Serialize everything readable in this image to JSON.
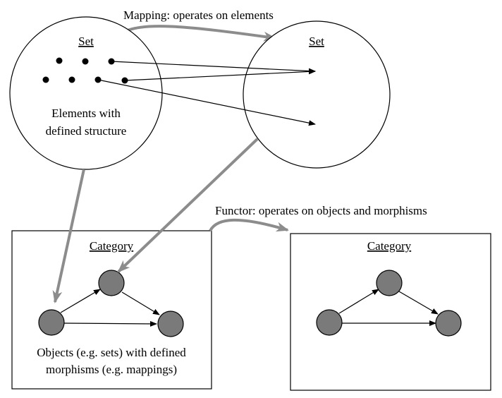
{
  "top_arrow_label": "Mapping: operates on elements",
  "mid_arrow_label": "Functor: operates on objects and morphisms",
  "set_left": {
    "title": "Set",
    "caption_line1": "Elements with",
    "caption_line2": "defined structure"
  },
  "set_right": {
    "title": "Set"
  },
  "category_left": {
    "title": "Category",
    "caption_line1": "Objects (e.g. sets) with defined",
    "caption_line2": "morphisms (e.g. mappings)"
  },
  "category_right": {
    "title": "Category"
  },
  "colors": {
    "stroke": "#000000",
    "gray_arrow": "#8c8c8c",
    "node_fill": "#7a7a7a"
  }
}
